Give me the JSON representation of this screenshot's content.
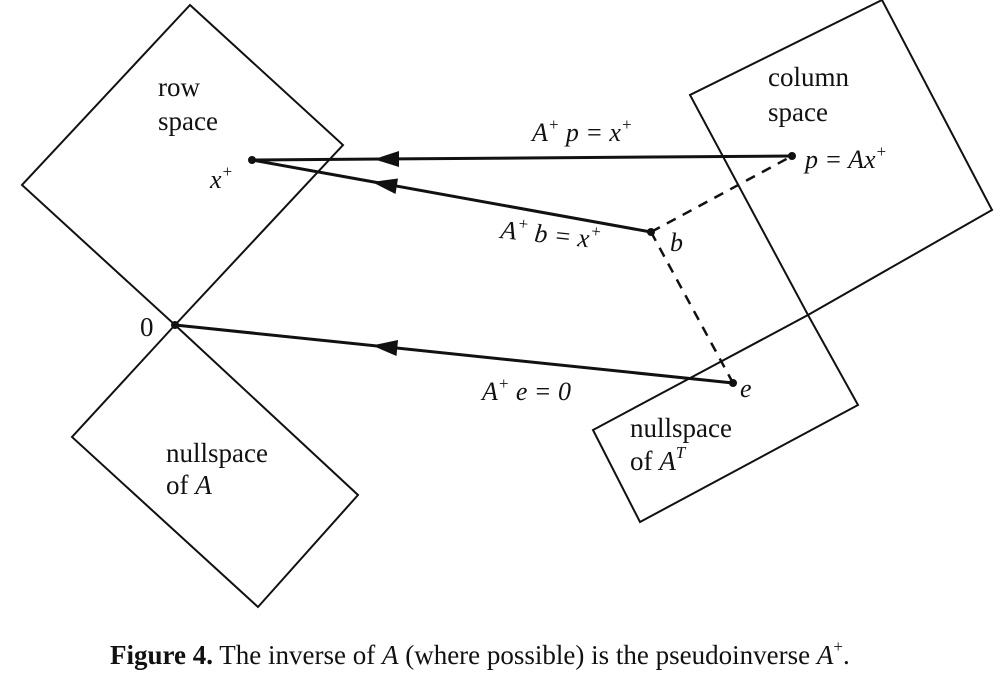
{
  "regions": {
    "row_space": [
      "row",
      "space"
    ],
    "nullspace_A": [
      "nullspace",
      "of"
    ],
    "nullspace_A_var": "A",
    "column_space": [
      "column",
      "space"
    ],
    "nullspace_AT": [
      "nullspace",
      "of"
    ],
    "nullspace_AT_var": "A",
    "nullspace_AT_sup": "T"
  },
  "points": {
    "x_plus": "x",
    "x_plus_sup": "+",
    "zero": "0",
    "b": "b",
    "e": "e",
    "p_lhs": "p = Ax",
    "p_sup": "+"
  },
  "arrows": {
    "top": {
      "a": "A",
      "plus": "+",
      "rest": " p = x",
      "plus2": "+"
    },
    "middle": {
      "a": "A",
      "plus": "+",
      "rest": " b = x",
      "plus2": "+"
    },
    "bottom": {
      "a": "A",
      "plus": "+",
      "rest": " e = 0"
    }
  },
  "caption": {
    "label": "Figure 4.",
    "text_a": " The inverse of ",
    "var_a": "A",
    "text_b": " (where possible) is the pseudoinverse ",
    "var_b": "A",
    "sup": "+",
    "end": "."
  }
}
